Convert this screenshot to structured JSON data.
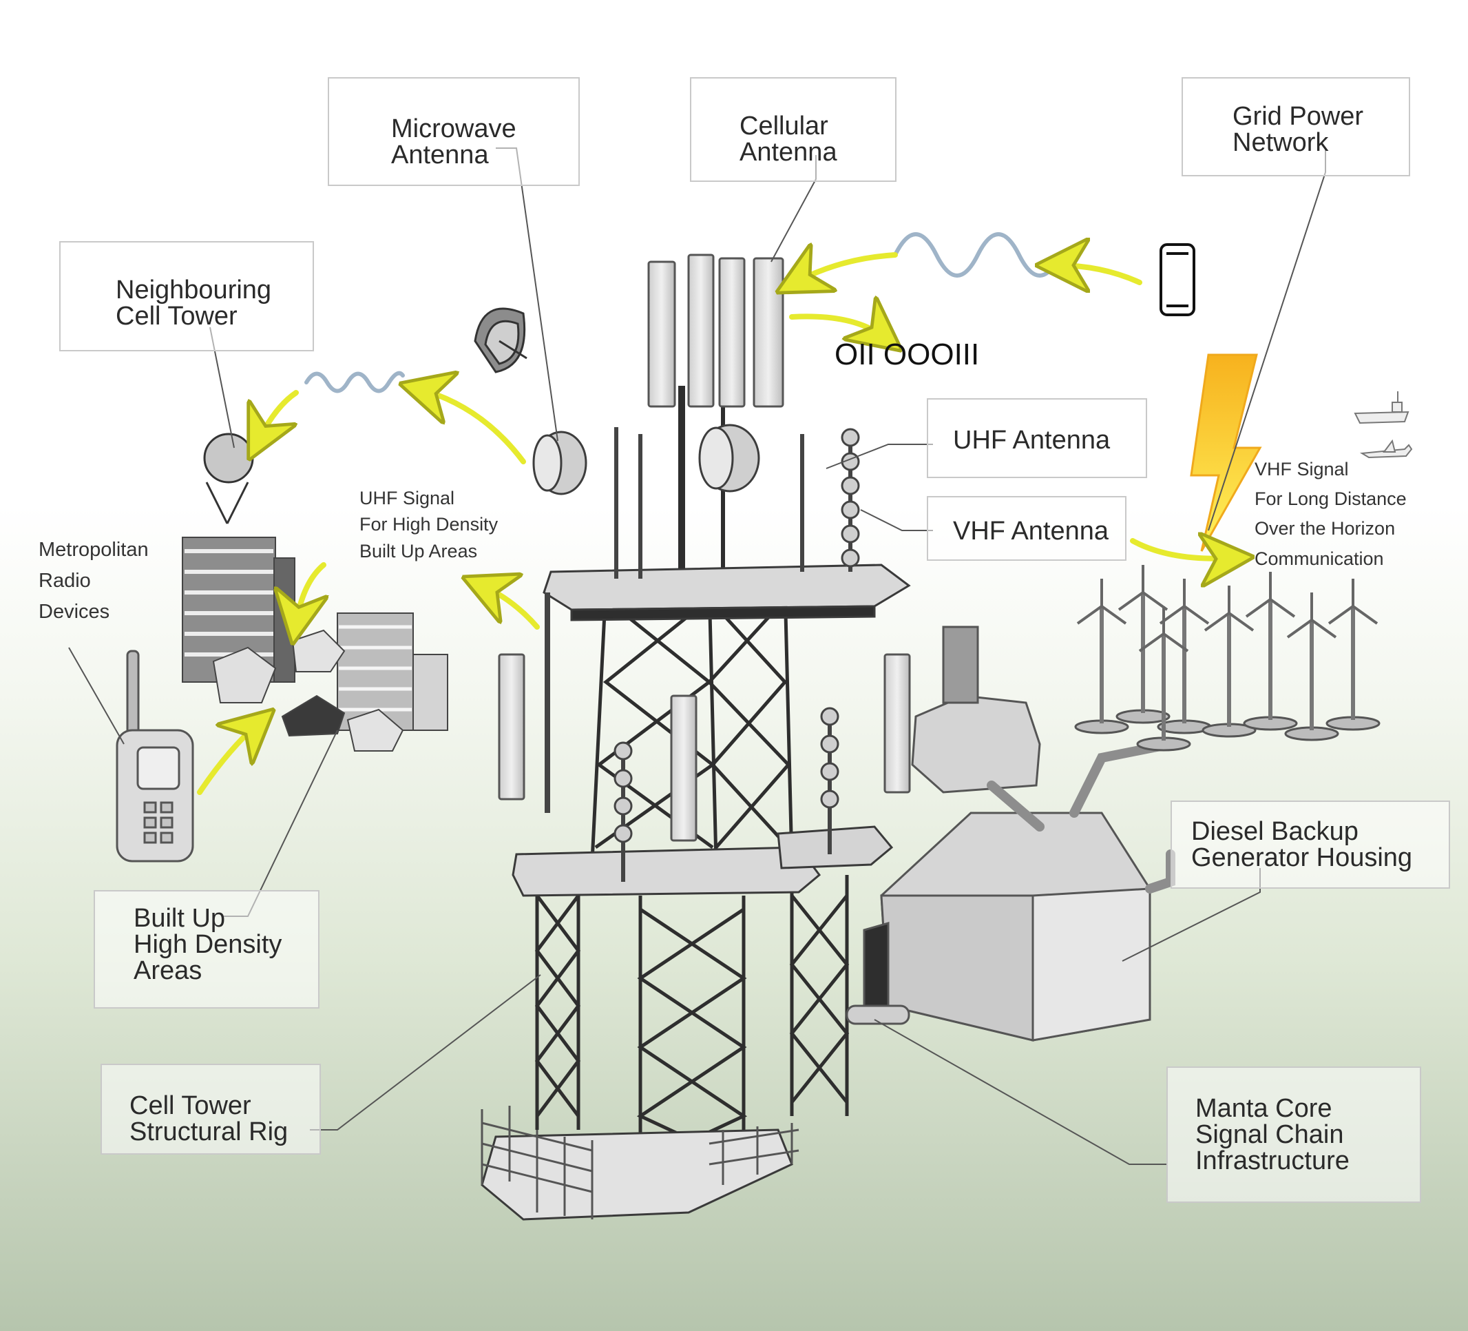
{
  "labels": {
    "microwave_antenna": "Microwave\nAntenna",
    "cellular_antenna": "Cellular\nAntenna",
    "grid_power_network": "Grid Power\nNetwork",
    "neighbouring_cell_tower": "Neighbouring\nCell Tower",
    "uhf_antenna": "UHF Antenna",
    "vhf_antenna": "VHF Antenna",
    "metropolitan_radio_devices": "Metropolitan\nRadio\nDevices",
    "uhf_signal_note": "UHF Signal\nFor High Density\nBuilt Up Areas",
    "vhf_signal_note": "VHF Signal\nFor Long Distance\nOver the Horizon\nCommunication",
    "binary_readout": "OII OOOIII",
    "built_up_areas": "Built Up\nHigh Density\nAreas",
    "diesel_backup": "Diesel Backup\nGenerator Housing",
    "structural_rig": "Cell Tower\nStructural Rig",
    "manta_core": "Manta Core\nSignal Chain\nInfrastructure"
  },
  "colors": {
    "arrow": "#e6ea2e",
    "arrow_stroke": "#a5a81a",
    "leader_line": "#555555",
    "box_border": "#c9c9c9",
    "model_fill": "#dedede",
    "model_dark": "#3a3a3a",
    "wave": "#9fb4c8",
    "lightning": "#f5c42a"
  },
  "icons": [
    "mobile-phone-icon",
    "lightning-bolt-icon",
    "ship-icon",
    "aircraft-icon",
    "walkie-talkie-icon",
    "satellite-dish-icon",
    "wind-turbine-icon",
    "building-icon"
  ]
}
